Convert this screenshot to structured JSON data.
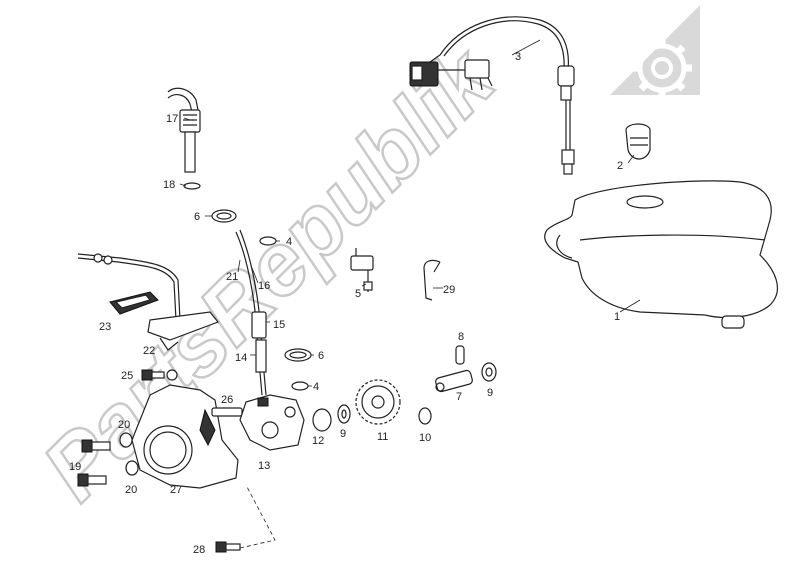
{
  "watermark": {
    "text": "PartsRepublik",
    "color": "#d6d6d6",
    "logo_icon": "gear-icon"
  },
  "callouts": [
    {
      "id": "c1",
      "text": "1"
    },
    {
      "id": "c2",
      "text": "2"
    },
    {
      "id": "c3",
      "text": "3"
    },
    {
      "id": "c4a",
      "text": "4"
    },
    {
      "id": "c4b",
      "text": "4"
    },
    {
      "id": "c5",
      "text": "5"
    },
    {
      "id": "c6a",
      "text": "6"
    },
    {
      "id": "c6b",
      "text": "6"
    },
    {
      "id": "c7",
      "text": "7"
    },
    {
      "id": "c8",
      "text": "8"
    },
    {
      "id": "c9a",
      "text": "9"
    },
    {
      "id": "c9b",
      "text": "9"
    },
    {
      "id": "c10",
      "text": "10"
    },
    {
      "id": "c11",
      "text": "11"
    },
    {
      "id": "c12",
      "text": "12"
    },
    {
      "id": "c13",
      "text": "13"
    },
    {
      "id": "c14",
      "text": "14"
    },
    {
      "id": "c15",
      "text": "15"
    },
    {
      "id": "c16",
      "text": "16"
    },
    {
      "id": "c17",
      "text": "17"
    },
    {
      "id": "c18",
      "text": "18"
    },
    {
      "id": "c19",
      "text": "19"
    },
    {
      "id": "c20a",
      "text": "20"
    },
    {
      "id": "c20b",
      "text": "20"
    },
    {
      "id": "c21",
      "text": "21"
    },
    {
      "id": "c22",
      "text": "22"
    },
    {
      "id": "c23",
      "text": "23"
    },
    {
      "id": "c25",
      "text": "25"
    },
    {
      "id": "c26",
      "text": "26"
    },
    {
      "id": "c27",
      "text": "27"
    },
    {
      "id": "c28",
      "text": "28"
    },
    {
      "id": "c29",
      "text": "29"
    }
  ]
}
